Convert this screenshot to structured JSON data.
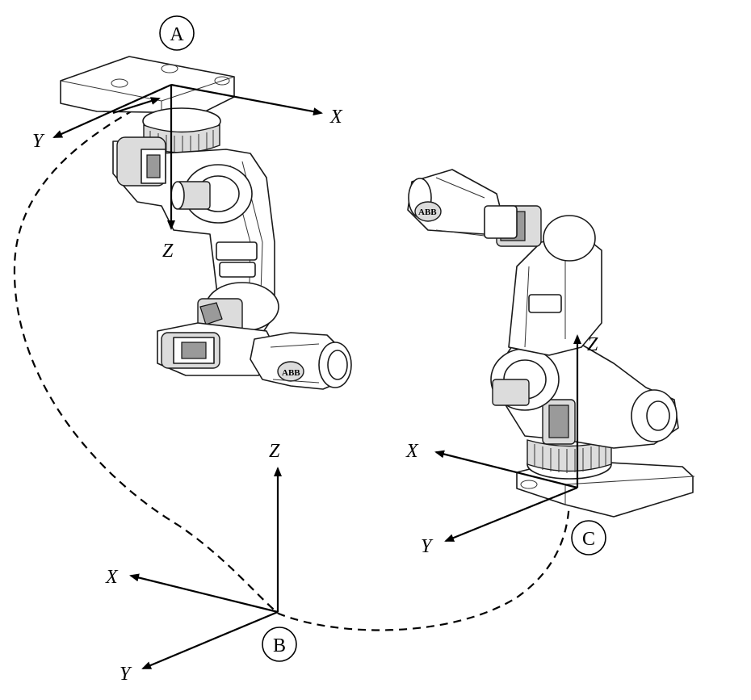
{
  "frames": {
    "A": {
      "label": "A",
      "axes": {
        "x": "X",
        "y": "Y",
        "z": "Z"
      }
    },
    "B": {
      "label": "B",
      "axes": {
        "x": "X",
        "y": "Y",
        "z": "Z"
      }
    },
    "C": {
      "label": "C",
      "axes": {
        "x": "X",
        "y": "Y",
        "z": "Z"
      }
    }
  },
  "robot_logo": "ABB",
  "colors": {
    "stroke": "#000000",
    "background": "#ffffff"
  }
}
